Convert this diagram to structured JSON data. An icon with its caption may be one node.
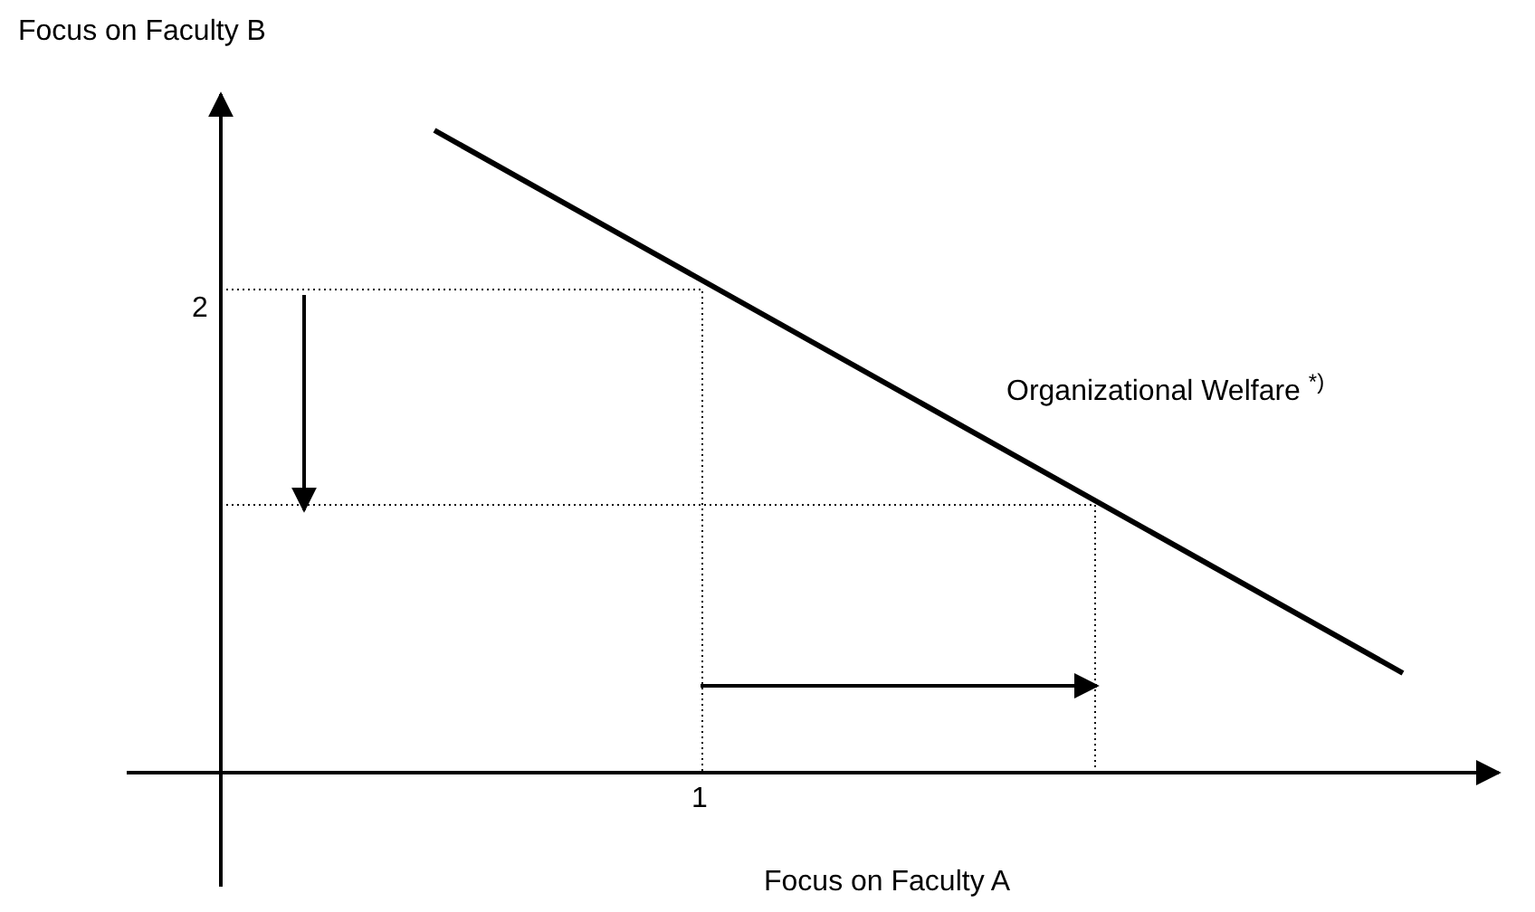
{
  "diagram": {
    "labels": [
      "Focus on Faculty B",
      "2",
      "Organizational Welfare $^{*)}$",
      "1",
      "Focus on Faculty A"
    ]
  }
}
